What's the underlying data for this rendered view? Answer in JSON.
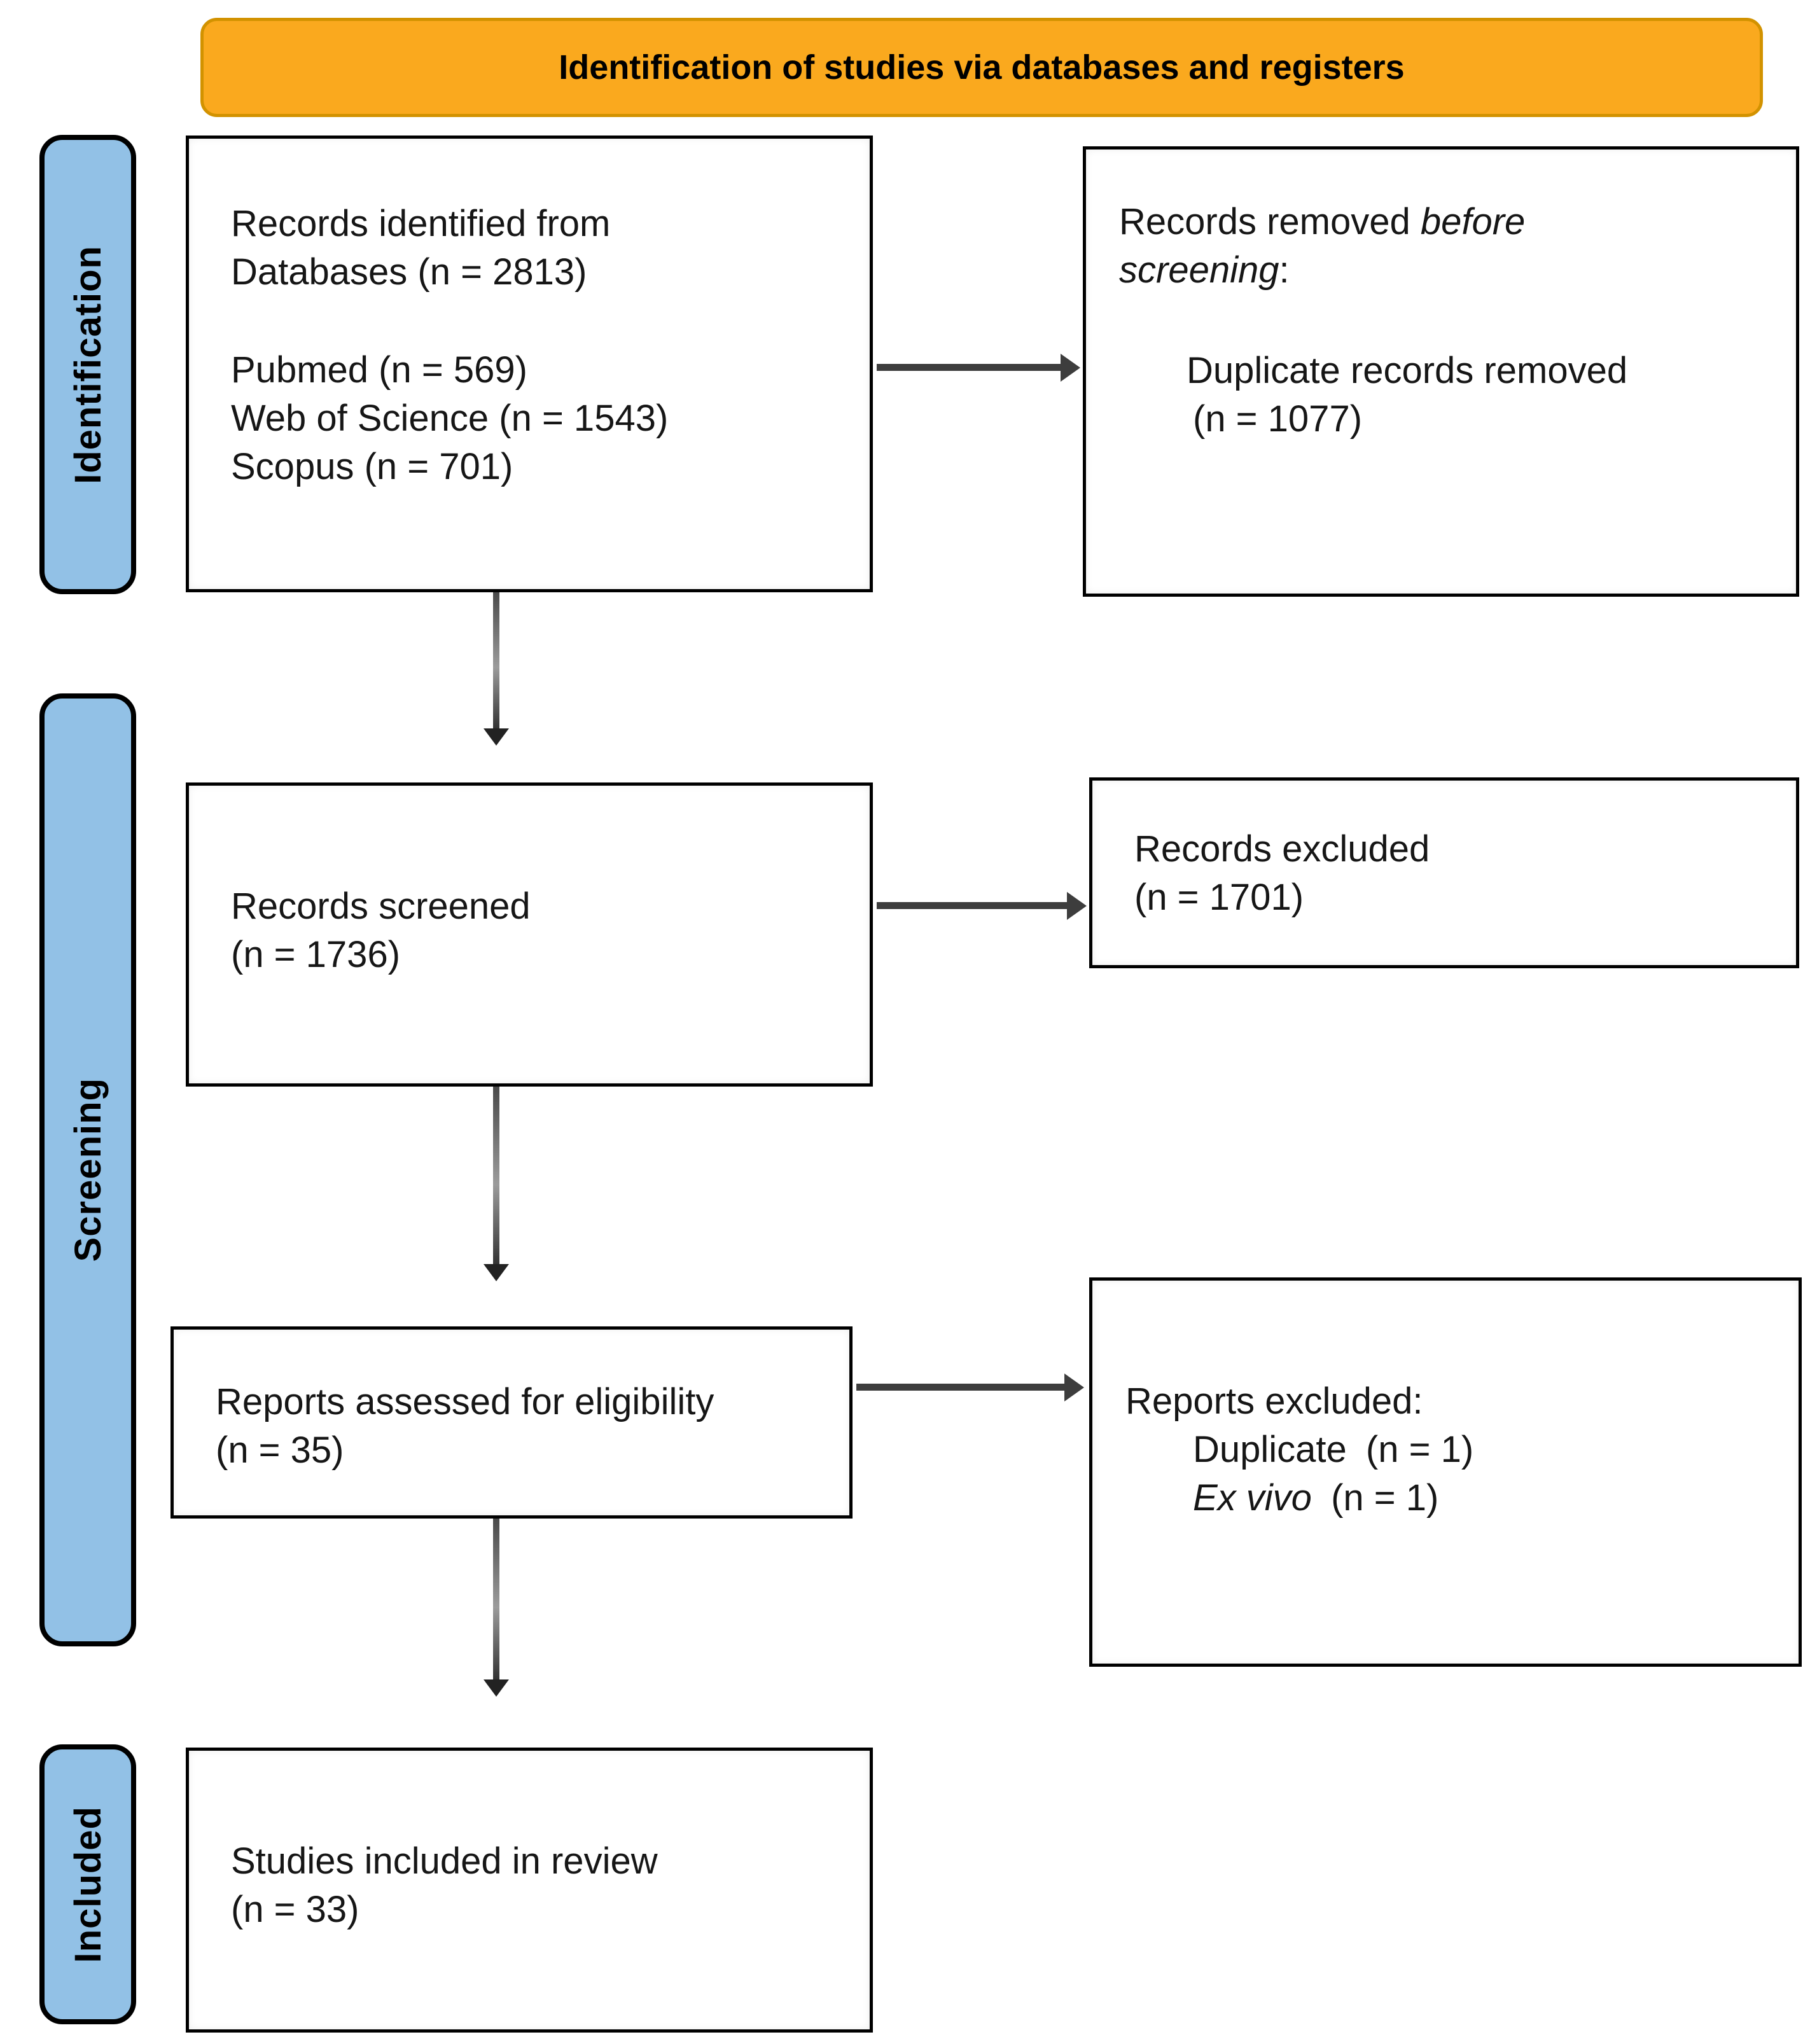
{
  "colors": {
    "banner_bg": "#FAA91E",
    "banner_border": "#D29200",
    "stage_bg": "#92C1E6",
    "stage_border": "#000000",
    "box_border": "#000000",
    "arrow": "#3D3D3D",
    "text": "#111111"
  },
  "banner": {
    "title": "Identification of studies via databases and registers"
  },
  "stages": {
    "identification": "Identification",
    "screening": "Screening",
    "included": "Included"
  },
  "boxes": {
    "records_identified": {
      "line1": "Records identified from",
      "line2": "Databases (n = 2813)",
      "sources": [
        "Pubmed (n = 569)",
        "Web of Science (n = 1543)",
        "Scopus (n = 701)"
      ]
    },
    "records_removed": {
      "prefix": "Records removed ",
      "italic": "before screening",
      "suffix": ":",
      "detail_line1": "Duplicate records removed",
      "detail_line2": "(n = 1077)"
    },
    "records_screened": {
      "line1": "Records screened",
      "line2": "(n = 1736)"
    },
    "records_excluded": {
      "line1": "Records excluded",
      "line2": "(n = 1701)"
    },
    "reports_assessed": {
      "line1": "Reports assessed for eligibility",
      "line2": "(n = 35)"
    },
    "reports_excluded": {
      "title": "Reports excluded:",
      "item1_label": "Duplicate",
      "item1_value": " (n = 1)",
      "item2_label": "Ex vivo",
      "item2_value": " (n = 1)"
    },
    "studies_included": {
      "line1": "Studies included in review",
      "line2": "(n = 33)"
    }
  }
}
